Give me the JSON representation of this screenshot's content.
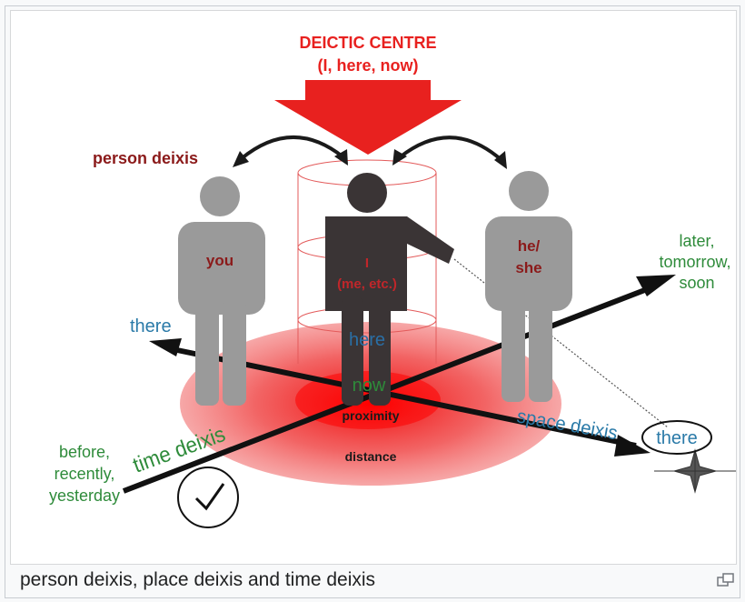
{
  "figure": {
    "deictic_centre": {
      "title": "DEICTIC CENTRE",
      "subtitle": "(I, here, now)"
    },
    "person_deixis_label": "person deixis",
    "figures": {
      "you": "you",
      "speaker_line1": "I",
      "speaker_line2": "(me, etc.)",
      "third_line1": "he/",
      "third_line2": "she"
    },
    "place": {
      "here": "here",
      "there_left": "there",
      "there_right": "there",
      "space_deixis": "space deixis"
    },
    "time": {
      "now": "now",
      "time_deixis": "time deixis",
      "future_line1": "later,",
      "future_line2": "tomorrow,",
      "future_line3": "soon",
      "past_line1": "before,",
      "past_line2": "recently,",
      "past_line3": "yesterday"
    },
    "zone": {
      "proximity": "proximity",
      "distance": "distance"
    }
  },
  "caption": "person deixis, place deixis and time deixis",
  "colors": {
    "red": "#e8211f",
    "dark_red": "#8b1a1a",
    "green": "#2e8b3a",
    "blue": "#2a7aa8",
    "gray_person": "#9a9a9a",
    "dark_person": "#3a3435"
  },
  "icons": {
    "magnify": "magnify-icon",
    "clock": "clock-icon",
    "compass": "compass-rose-icon"
  }
}
